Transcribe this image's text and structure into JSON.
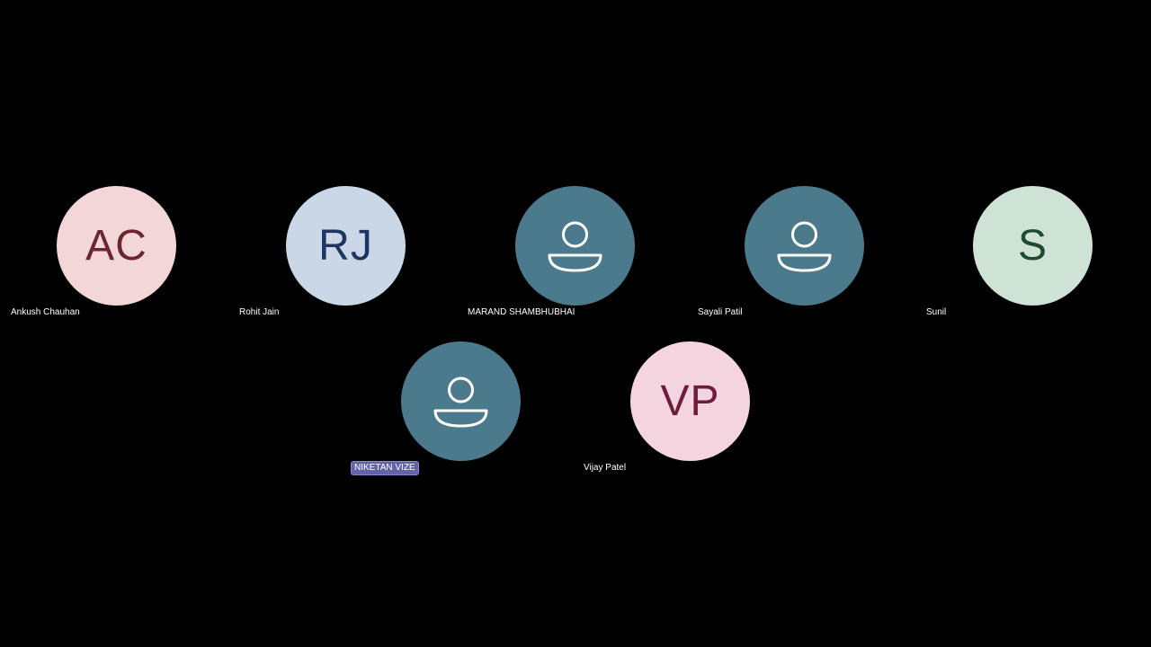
{
  "participants_row1": [
    {
      "name": "Ankush Chauhan",
      "initials": "AC",
      "avatar_type": "initials",
      "bg": "#f3d6d8",
      "fg": "#6b2632"
    },
    {
      "name": "Rohit Jain",
      "initials": "RJ",
      "avatar_type": "initials",
      "bg": "#c9d7e6",
      "fg": "#1e3461"
    },
    {
      "name": "MARAND SHAMBHUBHAI",
      "initials": "",
      "avatar_type": "person-icon",
      "bg": "#4a7a8c",
      "fg": "#ffffff"
    },
    {
      "name": "Sayali Patil",
      "initials": "",
      "avatar_type": "person-icon",
      "bg": "#4a7a8c",
      "fg": "#ffffff"
    },
    {
      "name": "Sunil",
      "initials": "S",
      "avatar_type": "initials",
      "bg": "#cfe2d6",
      "fg": "#1f4a30"
    }
  ],
  "participants_row2": [
    {
      "name": "NIKETAN VIZE",
      "initials": "",
      "avatar_type": "person-icon",
      "bg": "#4a7a8c",
      "fg": "#ffffff",
      "speaking": true,
      "label_bg": "#6264a7"
    },
    {
      "name": "Vijay Patel",
      "initials": "VP",
      "avatar_type": "initials",
      "bg": "#f4d4de",
      "fg": "#6e1c3c"
    }
  ]
}
